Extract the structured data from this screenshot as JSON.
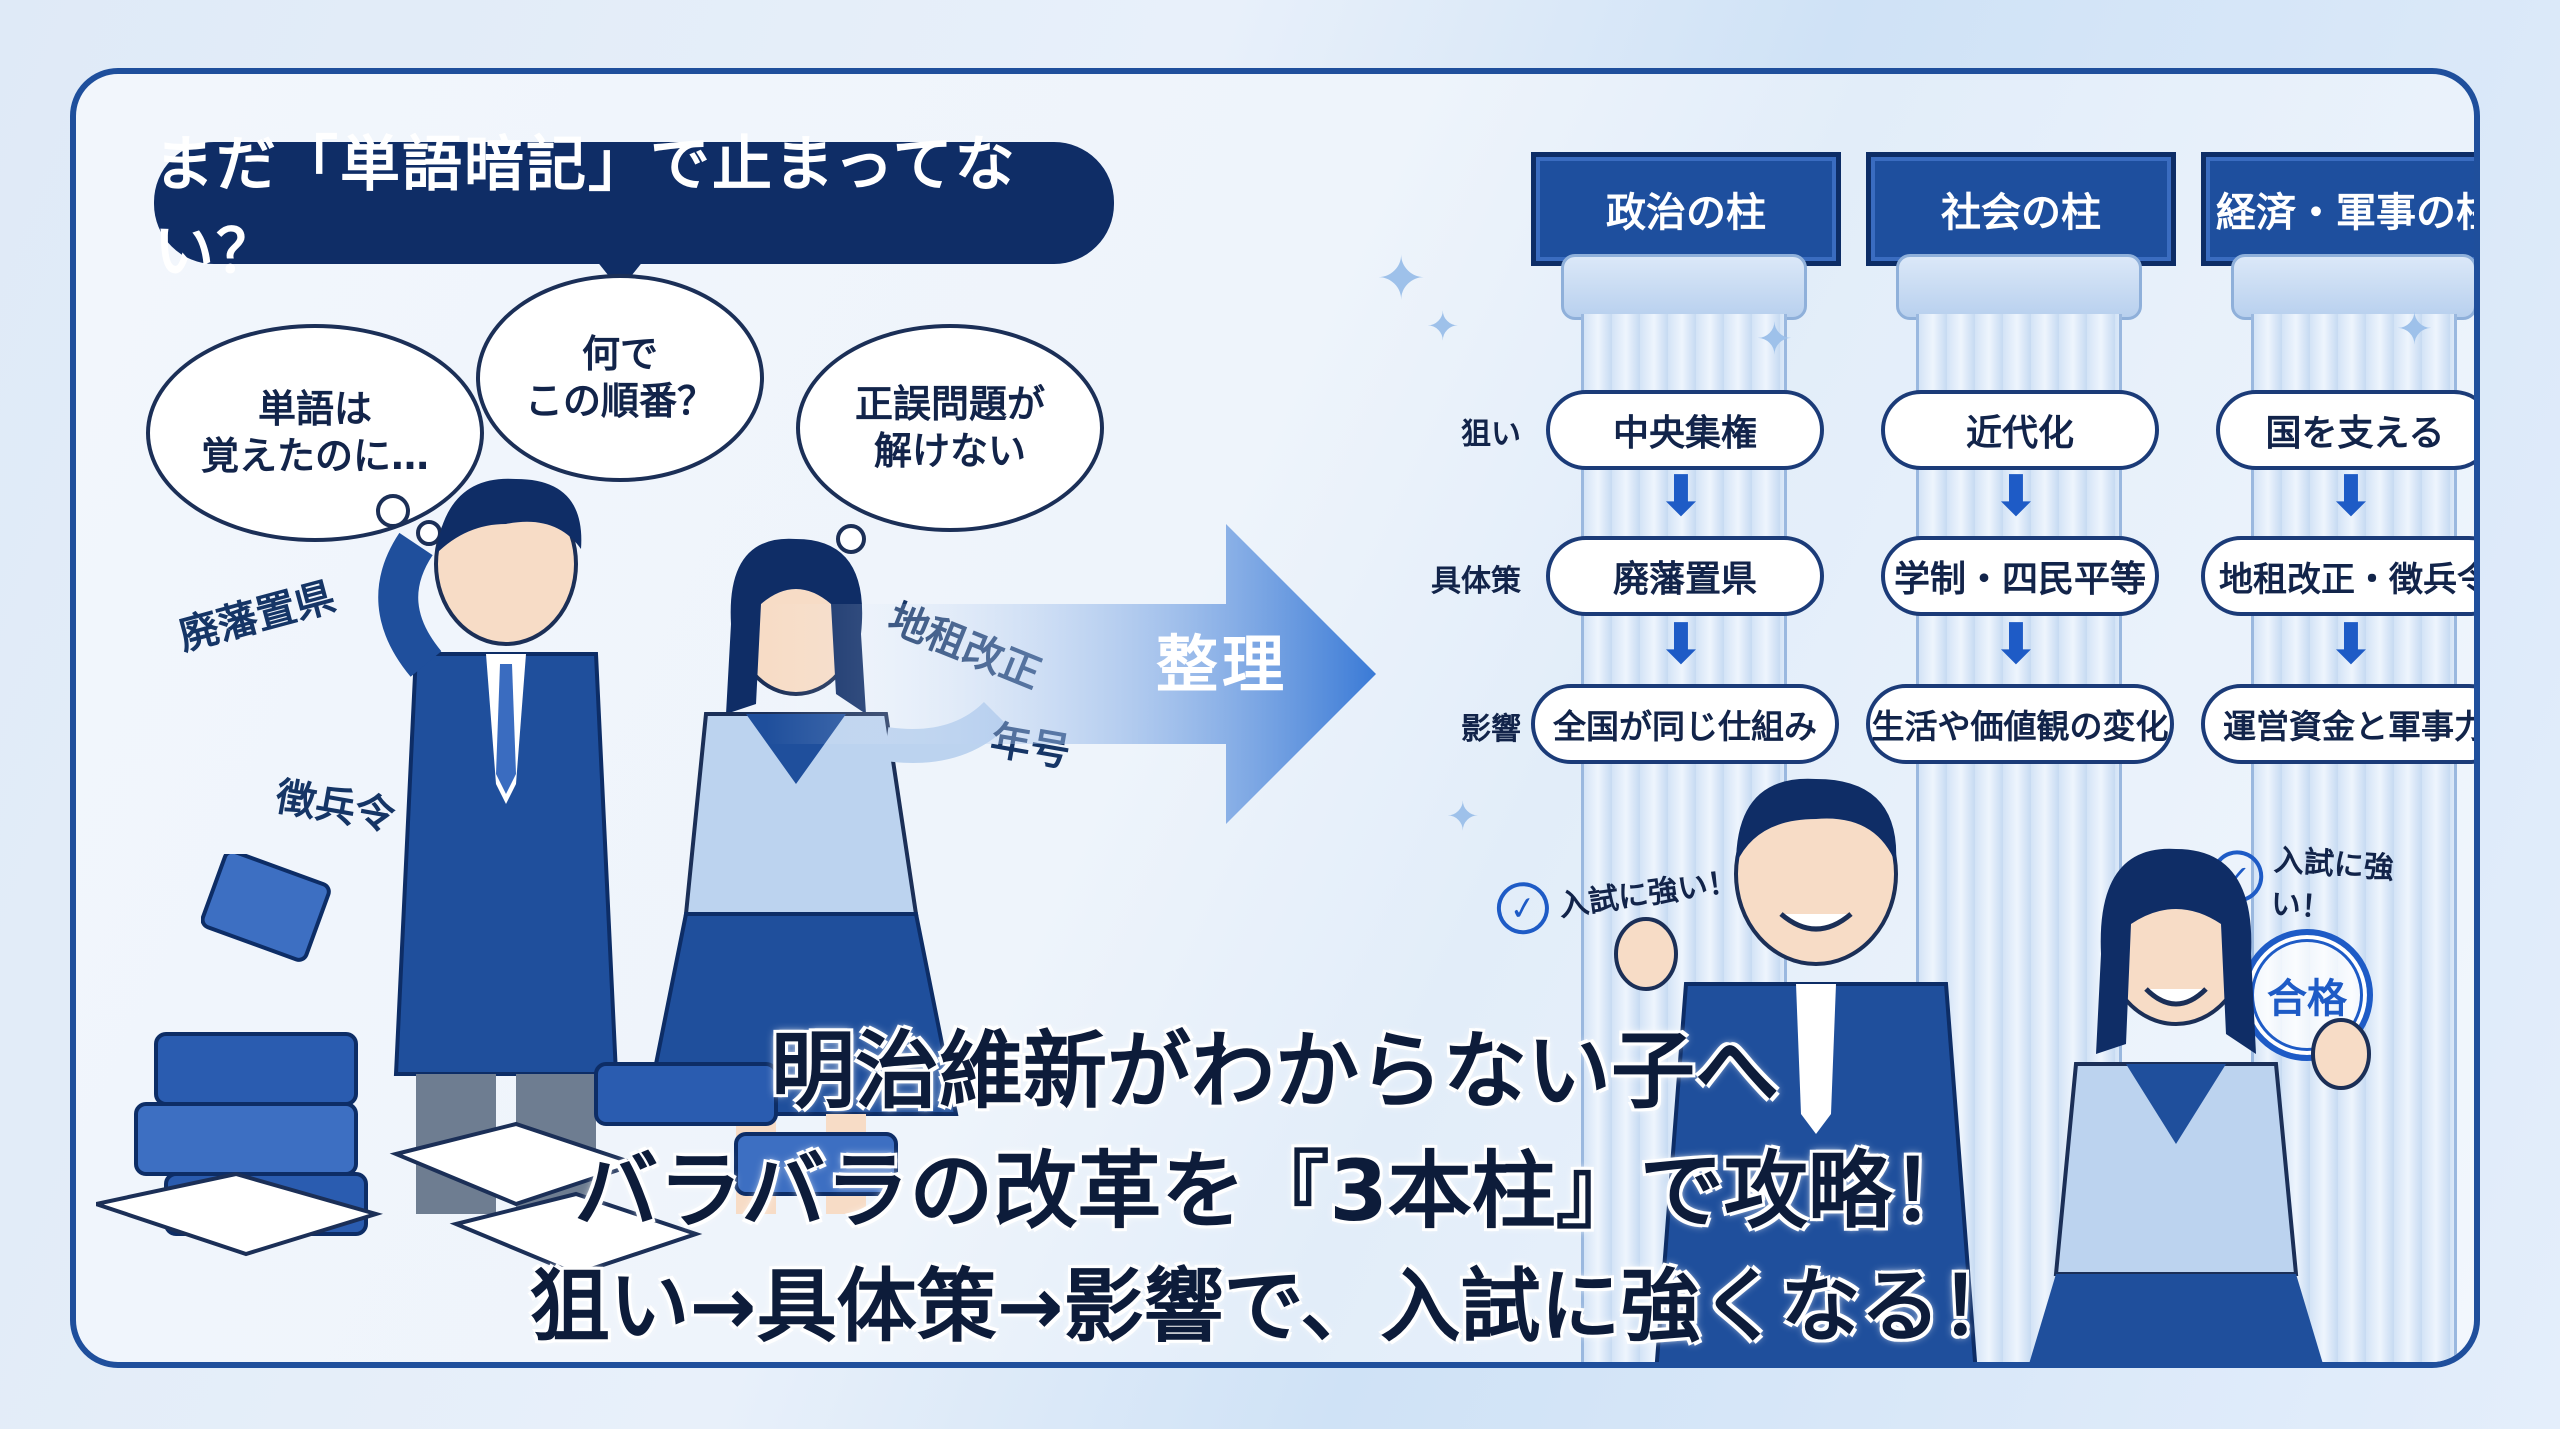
{
  "banner": "まだ「単語暗記」で止まってない？",
  "thoughts": [
    "単語は\n覚えたのに…",
    "何で\nこの順番？",
    "正誤問題が\n解けない"
  ],
  "floating_words": [
    "廃藩置県",
    "徴兵令",
    "地租改正",
    "年号"
  ],
  "arrow_label": "整理",
  "row_labels": [
    "狙い",
    "具体策",
    "影響"
  ],
  "pillars": [
    {
      "title": "政治の柱",
      "aim": "中央集権",
      "policy": "廃藩置県",
      "effect": "全国が同じ仕組み"
    },
    {
      "title": "社会の柱",
      "aim": "近代化",
      "policy": "学制・四民平等",
      "effect": "生活や価値観の変化"
    },
    {
      "title": "経済・軍事の柱",
      "aim": "国を支える",
      "policy": "地租改正・徴兵令",
      "effect": "運営資金と軍事力"
    }
  ],
  "badges": {
    "strong": "入試に強い！",
    "pass": "合格",
    "check_icon": "check-circle-icon"
  },
  "headline": {
    "line1": "明治維新がわからない子へ",
    "line2": "バラバラの改革を『3本柱』で攻略！",
    "line3": "狙い→具体策→影響で、入試に強くなる！"
  },
  "colors": {
    "navy": "#0f2d66",
    "accent": "#1e5bc6",
    "pillar_head": "#1e4f9e"
  }
}
